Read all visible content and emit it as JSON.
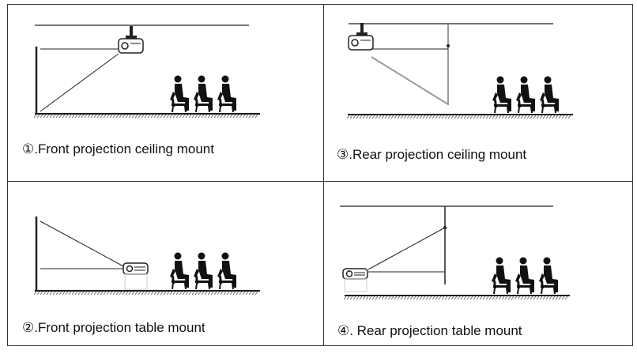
{
  "panels": [
    {
      "caption": "①.Front projection ceiling mount"
    },
    {
      "caption": "③.Rear projection ceiling mount"
    },
    {
      "caption": "②.Front projection table mount"
    },
    {
      "caption": "④. Rear projection table mount"
    }
  ],
  "colors": {
    "line": "#222222",
    "rear_beam": "#9a9a9a",
    "floor": "#1a1a1a",
    "figure": "#111111"
  }
}
